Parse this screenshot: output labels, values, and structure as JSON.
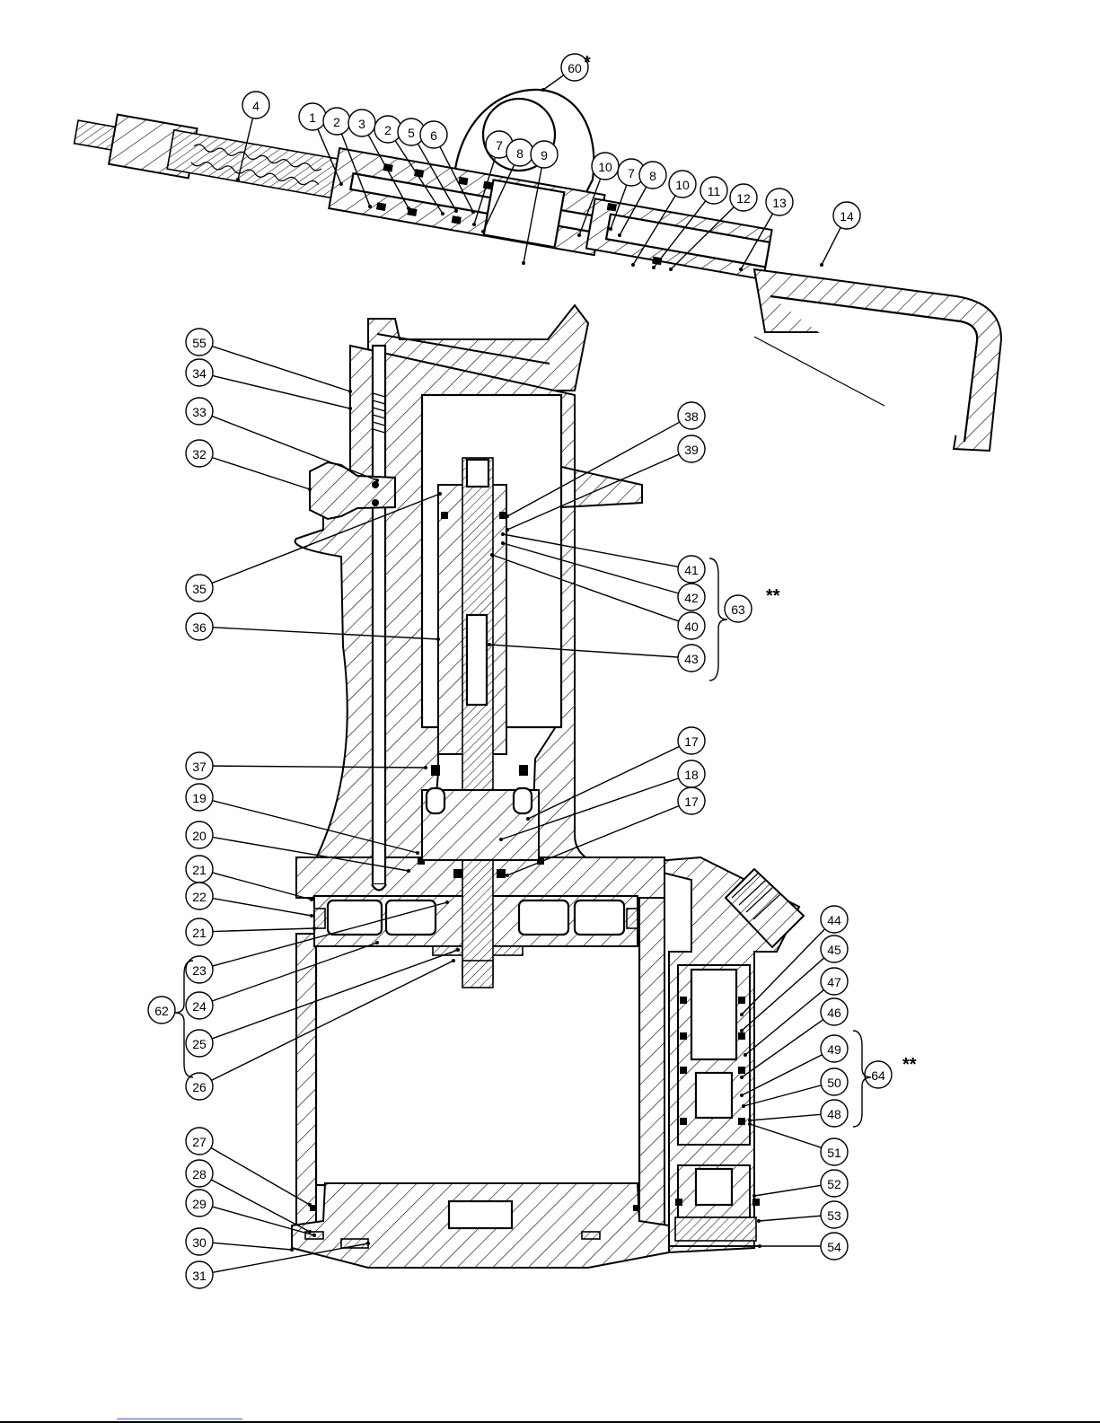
{
  "diagram": {
    "callouts": [
      {
        "id": "c60",
        "label": "60"
      },
      {
        "id": "c4",
        "label": "4"
      },
      {
        "id": "c1",
        "label": "1"
      },
      {
        "id": "c2a",
        "label": "2"
      },
      {
        "id": "c3",
        "label": "3"
      },
      {
        "id": "c2b",
        "label": "2"
      },
      {
        "id": "c5",
        "label": "5"
      },
      {
        "id": "c6",
        "label": "6"
      },
      {
        "id": "c7a",
        "label": "7"
      },
      {
        "id": "c8a",
        "label": "8"
      },
      {
        "id": "c9",
        "label": "9"
      },
      {
        "id": "c10a",
        "label": "10"
      },
      {
        "id": "c7b",
        "label": "7"
      },
      {
        "id": "c8b",
        "label": "8"
      },
      {
        "id": "c10b",
        "label": "10"
      },
      {
        "id": "c11",
        "label": "11"
      },
      {
        "id": "c12",
        "label": "12"
      },
      {
        "id": "c13",
        "label": "13"
      },
      {
        "id": "c14",
        "label": "14"
      },
      {
        "id": "c55",
        "label": "55"
      },
      {
        "id": "c34",
        "label": "34"
      },
      {
        "id": "c33",
        "label": "33"
      },
      {
        "id": "c32",
        "label": "32"
      },
      {
        "id": "c35",
        "label": "35"
      },
      {
        "id": "c36",
        "label": "36"
      },
      {
        "id": "c37",
        "label": "37"
      },
      {
        "id": "c19",
        "label": "19"
      },
      {
        "id": "c20",
        "label": "20"
      },
      {
        "id": "c21a",
        "label": "21"
      },
      {
        "id": "c22",
        "label": "22"
      },
      {
        "id": "c21b",
        "label": "21"
      },
      {
        "id": "c23",
        "label": "23"
      },
      {
        "id": "c62",
        "label": "62"
      },
      {
        "id": "c24",
        "label": "24"
      },
      {
        "id": "c25",
        "label": "25"
      },
      {
        "id": "c26",
        "label": "26"
      },
      {
        "id": "c27",
        "label": "27"
      },
      {
        "id": "c28",
        "label": "28"
      },
      {
        "id": "c29",
        "label": "29"
      },
      {
        "id": "c30",
        "label": "30"
      },
      {
        "id": "c31",
        "label": "31"
      },
      {
        "id": "c38",
        "label": "38"
      },
      {
        "id": "c39",
        "label": "39"
      },
      {
        "id": "c41",
        "label": "41"
      },
      {
        "id": "c42",
        "label": "42"
      },
      {
        "id": "c40",
        "label": "40"
      },
      {
        "id": "c43",
        "label": "43"
      },
      {
        "id": "c63",
        "label": "63"
      },
      {
        "id": "c17a",
        "label": "17"
      },
      {
        "id": "c18",
        "label": "18"
      },
      {
        "id": "c17b",
        "label": "17"
      },
      {
        "id": "c44",
        "label": "44"
      },
      {
        "id": "c45",
        "label": "45"
      },
      {
        "id": "c47",
        "label": "47"
      },
      {
        "id": "c46",
        "label": "46"
      },
      {
        "id": "c49",
        "label": "49"
      },
      {
        "id": "c50",
        "label": "50"
      },
      {
        "id": "c48",
        "label": "48"
      },
      {
        "id": "c64",
        "label": "64"
      },
      {
        "id": "c51",
        "label": "51"
      },
      {
        "id": "c52",
        "label": "52"
      },
      {
        "id": "c53",
        "label": "53"
      },
      {
        "id": "c54",
        "label": "54"
      }
    ],
    "marks": {
      "star_60": "*",
      "star_63": "**",
      "star_64": "**"
    }
  }
}
